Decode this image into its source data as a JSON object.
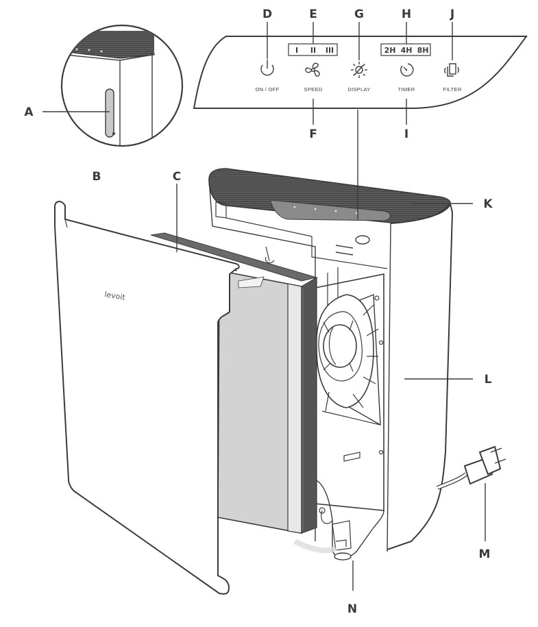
{
  "panel": {
    "speed_levels": [
      "I",
      "II",
      "III"
    ],
    "timer_options": [
      "2H",
      "4H",
      "8H"
    ],
    "buttons": {
      "on_off": "ON / OFF",
      "speed": "SPEED",
      "display": "DISPLAY",
      "timer": "TIMER",
      "filter": "FILTER"
    }
  },
  "brand": "levoit",
  "callouts": {
    "A": "A",
    "B": "B",
    "C": "C",
    "D": "D",
    "E": "E",
    "F": "F",
    "G": "G",
    "H": "H",
    "I": "I",
    "J": "J",
    "K": "K",
    "L": "L",
    "M": "M",
    "N": "N"
  }
}
